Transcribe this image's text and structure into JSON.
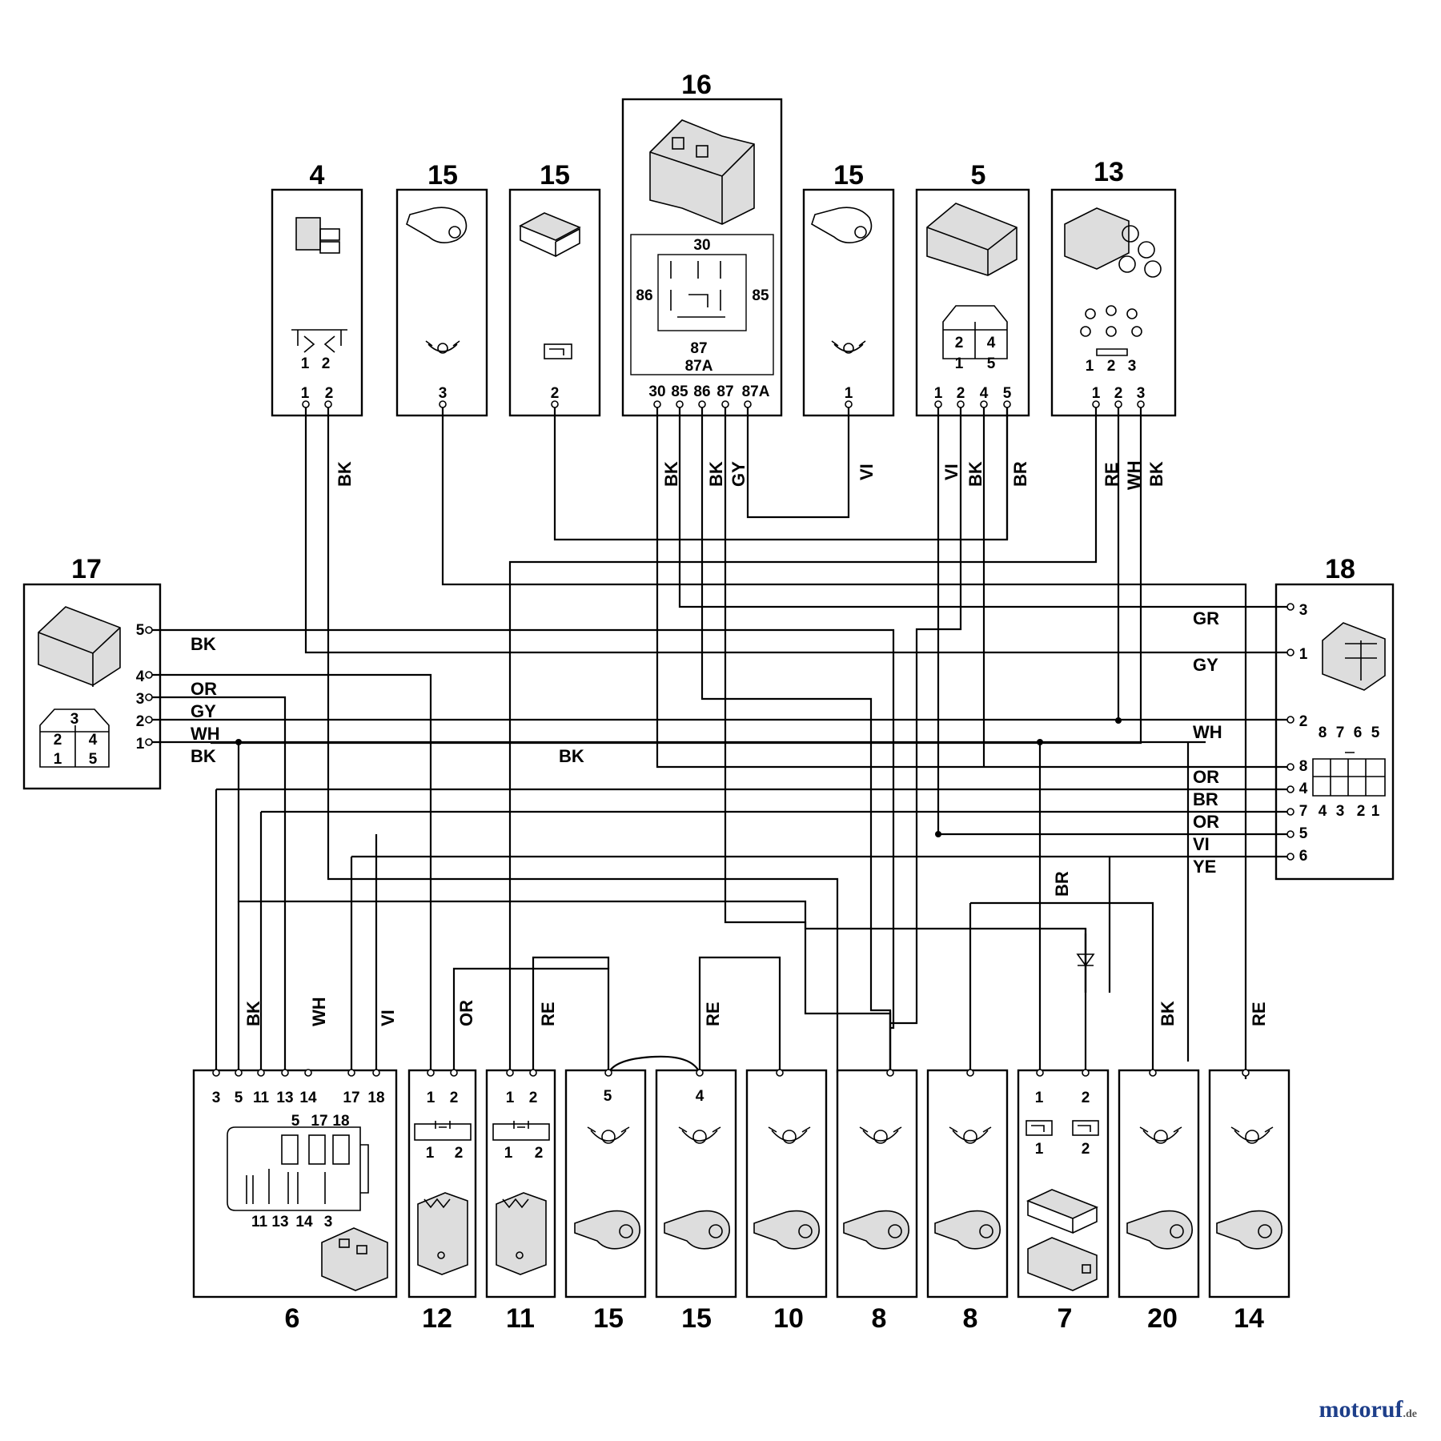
{
  "components": [
    {
      "id": "c4",
      "ref": "4",
      "pins": [
        "1",
        "2"
      ],
      "sublabels": [
        "1",
        "2"
      ]
    },
    {
      "id": "c15a",
      "ref": "15",
      "pins": [
        "3"
      ]
    },
    {
      "id": "c15b",
      "ref": "15",
      "pins": [
        "2"
      ]
    },
    {
      "id": "c16",
      "ref": "16",
      "pins": [
        "30",
        "85",
        "86",
        "87",
        "87A"
      ],
      "relay_labels": [
        "30",
        "86",
        "85",
        "87",
        "87A"
      ]
    },
    {
      "id": "c15c",
      "ref": "15",
      "pins": [
        "1"
      ]
    },
    {
      "id": "c5",
      "ref": "5",
      "pins": [
        "1",
        "2",
        "4",
        "5"
      ],
      "sublabels": [
        "2",
        "4",
        "1",
        "5"
      ]
    },
    {
      "id": "c13",
      "ref": "13",
      "pins": [
        "1",
        "2",
        "3"
      ],
      "sublabels": [
        "1",
        "2",
        "3"
      ]
    },
    {
      "id": "c17",
      "ref": "17",
      "pins": [
        "5",
        "4",
        "3",
        "2",
        "1"
      ],
      "sublabels": [
        "3",
        "2",
        "4",
        "1",
        "5"
      ]
    },
    {
      "id": "c18",
      "ref": "18",
      "pins": [
        "3",
        "1",
        "2",
        "8",
        "4",
        "7",
        "5",
        "6"
      ],
      "sublabels_top": [
        "8",
        "7",
        "6",
        "5"
      ],
      "sublabels_bottom": [
        "4",
        "3",
        "2",
        "1"
      ]
    },
    {
      "id": "c6",
      "ref": "6",
      "pins": [
        "3",
        "5",
        "11",
        "13",
        "14",
        "17",
        "18"
      ],
      "sublabels_top": [
        "5",
        "17",
        "18"
      ],
      "sublabels_bottom": [
        "11",
        "13",
        "14",
        "3"
      ]
    },
    {
      "id": "c12",
      "ref": "12",
      "pins": [
        "1",
        "2"
      ],
      "sublabels": [
        "1",
        "2"
      ]
    },
    {
      "id": "c11",
      "ref": "11",
      "pins": [
        "1",
        "2"
      ],
      "sublabels": [
        "1",
        "2"
      ]
    },
    {
      "id": "c15d",
      "ref": "15",
      "pins": [
        "5"
      ]
    },
    {
      "id": "c15e",
      "ref": "15",
      "pins": [
        "4"
      ]
    },
    {
      "id": "c10",
      "ref": "10",
      "pins": []
    },
    {
      "id": "c8a",
      "ref": "8",
      "pins": []
    },
    {
      "id": "c8b",
      "ref": "8",
      "pins": []
    },
    {
      "id": "c7",
      "ref": "7",
      "pins": [
        "1",
        "2"
      ],
      "sublabels": [
        "1",
        "2"
      ]
    },
    {
      "id": "c20",
      "ref": "20",
      "pins": []
    },
    {
      "id": "c14",
      "ref": "14",
      "pins": []
    }
  ],
  "wire_colors": {
    "v_c4_2": "BK",
    "v_c16_30": "BK",
    "v_c16_86": "BK",
    "v_c16_87": "GY",
    "v_c15c": "VI",
    "v_c5_1": "VI",
    "v_c5_2": "BK",
    "v_c5_5": "BR",
    "v_c13_1": "RE",
    "v_c13_2": "WH",
    "v_c13_3": "BK",
    "c17_5": "BK",
    "c17_4": "OR",
    "c17_3": "GY",
    "c17_2": "WH",
    "c17_1": "BK",
    "mid_bk": "BK",
    "c18_3": "GR",
    "c18_1": "GY",
    "c18_2": "WH",
    "c18_8": "OR",
    "c18_4": "BR",
    "c18_7": "OR",
    "c18_5": "VI",
    "c18_6": "YE",
    "v_br_diode": "BR",
    "v6_bk": "BK",
    "v6_wh": "WH",
    "v6_vi": "VI",
    "v12_or": "OR",
    "v11_re": "RE",
    "v15e_re": "RE",
    "v20_bk": "BK",
    "v14_re": "RE"
  },
  "logo": {
    "name": "motoruf",
    "tld": ".de"
  }
}
